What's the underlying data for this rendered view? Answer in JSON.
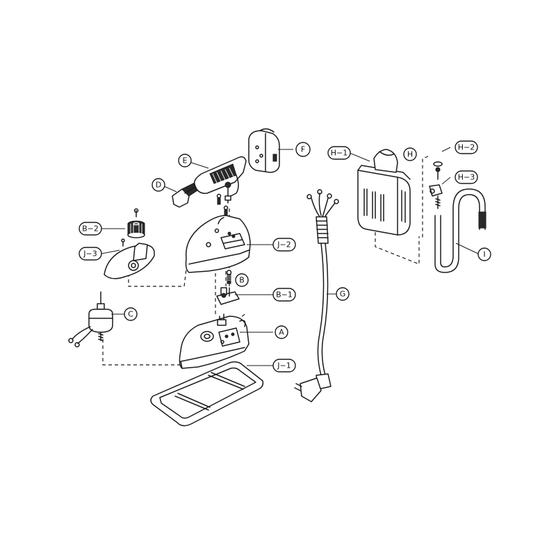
{
  "callouts": {
    "A": "A",
    "B": "B",
    "B1": "B−1",
    "B2": "B−2",
    "C": "C",
    "D": "D",
    "E": "E",
    "F": "F",
    "G": "G",
    "H": "H",
    "H1": "H−1",
    "H2": "H−2",
    "H3": "H−3",
    "I": "I",
    "J1": "J−1",
    "J2": "J−2",
    "J3": "J−3"
  }
}
